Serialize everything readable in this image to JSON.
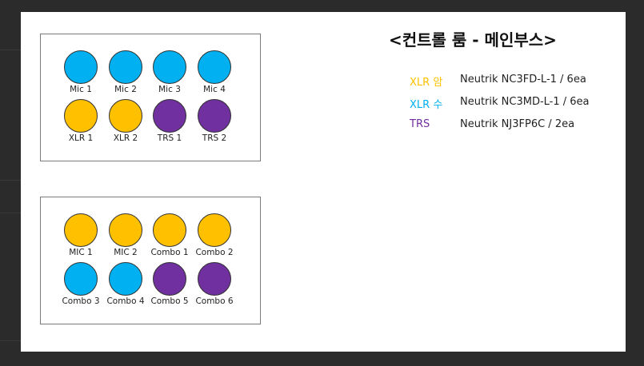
{
  "title": "<컨트롤 룸 - 메인부스>",
  "colors": {
    "xlr_female": "#FFC000",
    "xlr_male": "#00B0F0",
    "trs": "#7030A0"
  },
  "panel1": [
    {
      "label": "Mic 1",
      "type": "xlr_male"
    },
    {
      "label": "Mic 2",
      "type": "xlr_male"
    },
    {
      "label": "Mic 3",
      "type": "xlr_male"
    },
    {
      "label": "Mic 4",
      "type": "xlr_male"
    },
    {
      "label": "XLR 1",
      "type": "xlr_female"
    },
    {
      "label": "XLR 2",
      "type": "xlr_female"
    },
    {
      "label": "TRS 1",
      "type": "trs"
    },
    {
      "label": "TRS 2",
      "type": "trs"
    }
  ],
  "panel2": [
    {
      "label": "MIC 1",
      "type": "xlr_female"
    },
    {
      "label": "MIC 2",
      "type": "xlr_female"
    },
    {
      "label": "Combo 1",
      "type": "xlr_female"
    },
    {
      "label": "Combo 2",
      "type": "xlr_female"
    },
    {
      "label": "Combo 3",
      "type": "xlr_male"
    },
    {
      "label": "Combo 4",
      "type": "xlr_male"
    },
    {
      "label": "Combo 5",
      "type": "trs"
    },
    {
      "label": "Combo 6",
      "type": "trs"
    }
  ],
  "legend": [
    {
      "key": "XLR 암",
      "value": "Neutrik NC3FD-L-1 / 6ea",
      "type": "xlr_female"
    },
    {
      "key": "XLR 수",
      "value": "Neutrik NC3MD-L-1 / 6ea",
      "type": "xlr_male"
    },
    {
      "key": "TRS",
      "value": "Neutrik NJ3FP6C / 2ea",
      "type": "trs"
    }
  ]
}
